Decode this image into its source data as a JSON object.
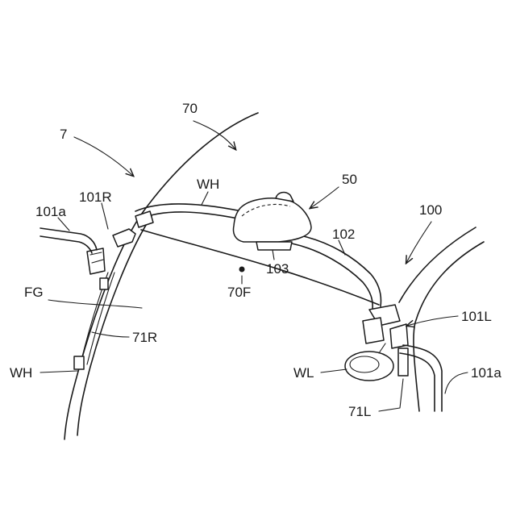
{
  "labels": {
    "l_70": "70",
    "l_7": "7",
    "l_wh_top": "WH",
    "l_50": "50",
    "l_100": "100",
    "l_101a_left": "101a",
    "l_101r": "101R",
    "l_102": "102",
    "l_103": "103",
    "l_70f": "70F",
    "l_fg": "FG",
    "l_71r": "71R",
    "l_101l": "101L",
    "l_wh_left": "WH",
    "l_wl": "WL",
    "l_101a_right": "101a",
    "l_71l": "71L"
  }
}
